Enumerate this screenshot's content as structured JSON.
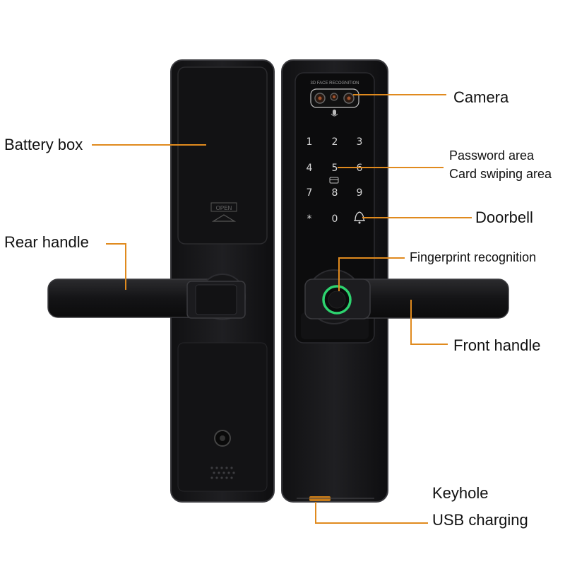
{
  "colors": {
    "leader": "#e08a1e",
    "lock_body": "#1b1b1d",
    "lock_edge": "#333336",
    "ring": "#2dd36f",
    "button_glyph": "#d6d6d6"
  },
  "labels": {
    "battery_box": "Battery box",
    "rear_handle": "Rear handle",
    "camera": "Camera",
    "password_area": "Password area",
    "card_area": "Card swiping area",
    "doorbell": "Doorbell",
    "fingerprint": "Fingerprint recognition",
    "front_handle": "Front handle",
    "keyhole": "Keyhole",
    "usb": "USB charging"
  },
  "lock": {
    "panel_caption": "3D FACE RECOGNITION",
    "keys": [
      "1",
      "2",
      "3",
      "4",
      "5",
      "6",
      "7",
      "8",
      "9",
      "*",
      "0",
      "bell"
    ]
  },
  "icons": [
    "camera-lens-icon",
    "microphone-icon",
    "card-icon",
    "bell-icon",
    "fingerprint-icon",
    "keyhole-icon",
    "speaker-grille-icon",
    "arrow-up-icon"
  ]
}
